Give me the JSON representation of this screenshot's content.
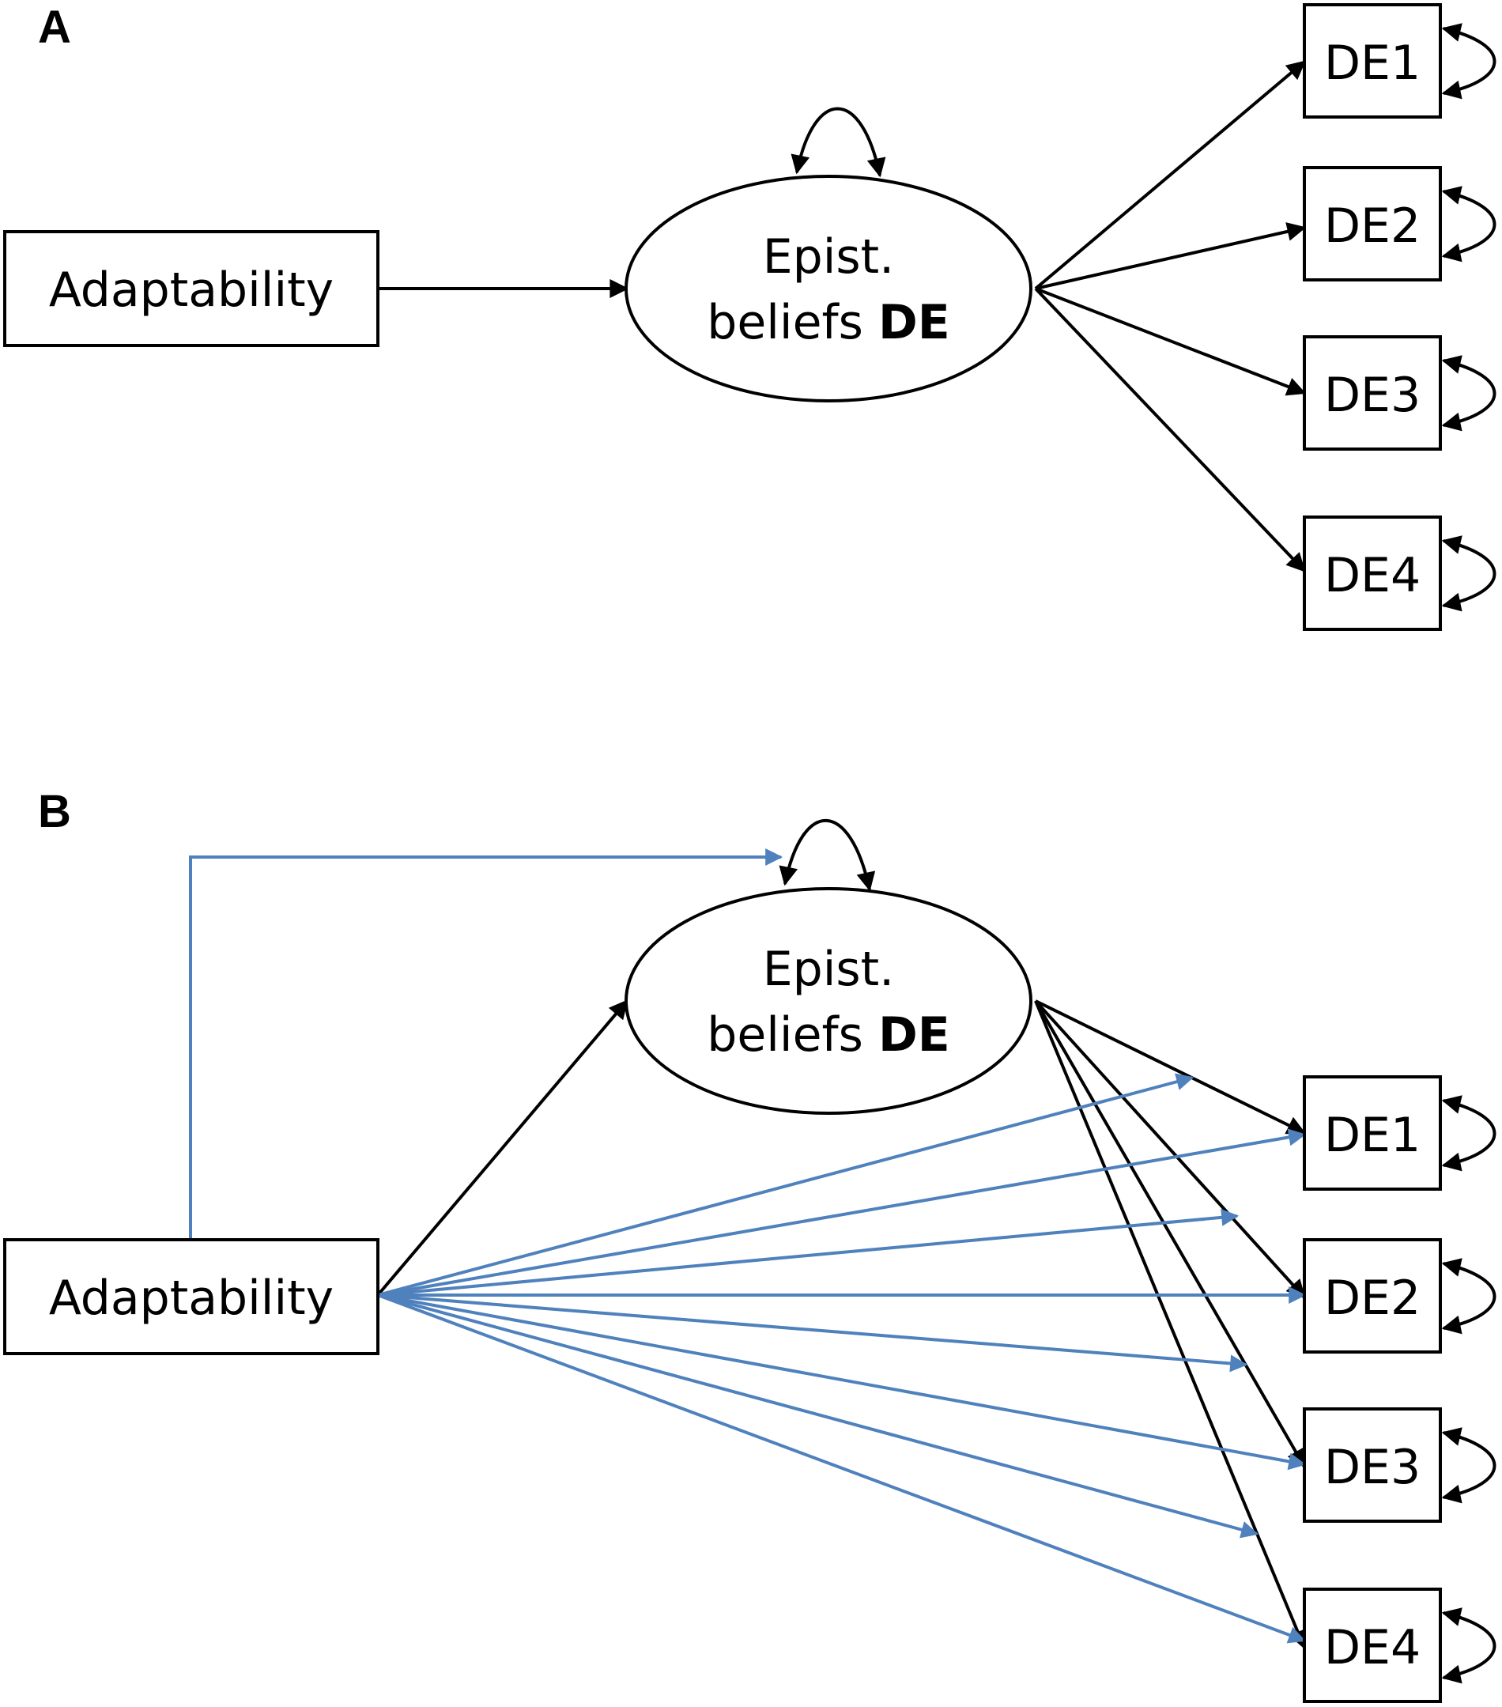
{
  "panels": {
    "a": {
      "label": "A",
      "predictor": "Adaptability",
      "latent_line1": "Epist.",
      "latent_line2_normal": "beliefs ",
      "latent_line2_bold": "DE",
      "indicators": [
        "DE1",
        "DE2",
        "DE3",
        "DE4"
      ]
    },
    "b": {
      "label": "B",
      "predictor": "Adaptability",
      "latent_line1": "Epist.",
      "latent_line2_normal": "beliefs ",
      "latent_line2_bold": "DE",
      "indicators": [
        "DE1",
        "DE2",
        "DE3",
        "DE4"
      ]
    }
  },
  "colors": {
    "structural_path": "#000000",
    "moderation_path": "#4f81bd"
  }
}
